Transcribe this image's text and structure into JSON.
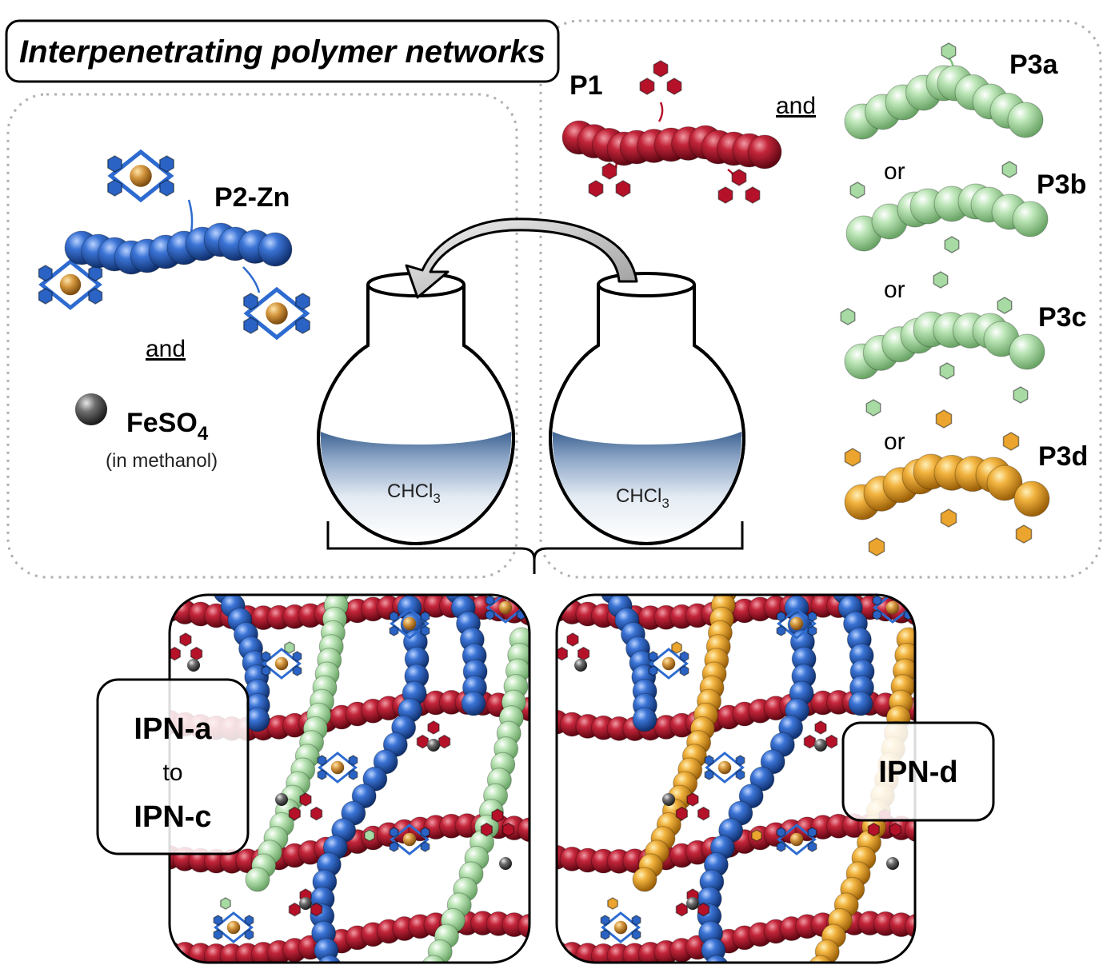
{
  "title": "Interpenetrating polymer networks",
  "left_group": {
    "polymer_label": "P2-Zn",
    "and_label": "and",
    "salt_label": "FeSO",
    "salt_subscript": "4",
    "salt_note": "(in methanol)"
  },
  "right_group": {
    "p1_label": "P1",
    "and_label": "and",
    "or_label": "or",
    "p3_labels": [
      "P3a",
      "P3b",
      "P3c",
      "P3d"
    ]
  },
  "flasks": {
    "solvent_main": "CHCl",
    "solvent_sub": "3"
  },
  "networks": {
    "left_label_lines": [
      "IPN-a",
      "to",
      "IPN-c"
    ],
    "right_label": "IPN-d"
  },
  "colors": {
    "p1_red": "#b5122a",
    "p2_blue": "#2a63c4",
    "p3_green": "#a8dba4",
    "p3d_orange": "#eba52e",
    "zn_gold": "#c98a35",
    "fe_gray": "#555555",
    "solvent_blue": "#5f80aa"
  }
}
